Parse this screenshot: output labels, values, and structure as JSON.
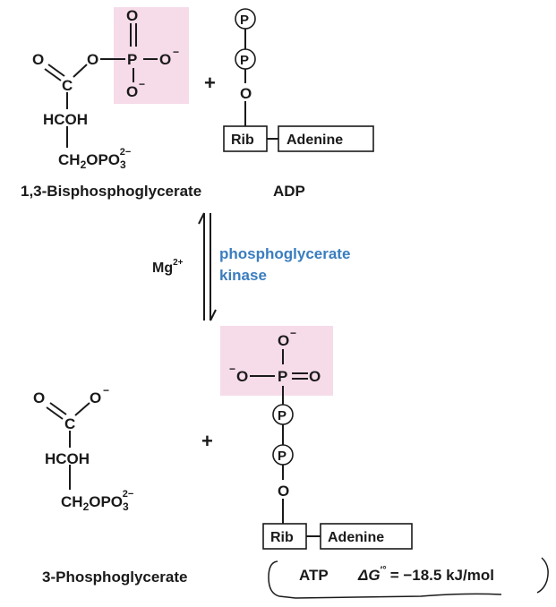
{
  "colors": {
    "highlight": "#f6dbe9",
    "enzyme": "#3a7dbf",
    "ink": "#1a1a1a"
  },
  "top": {
    "bpg": {
      "atoms": {
        "o_top": "O",
        "o_dbl": "O",
        "o_link": "O",
        "p": "P",
        "o_right": "O",
        "o_bot": "O",
        "c": "C",
        "hcoh": "HCOH",
        "ch2": "CH",
        "ch2_sub": "2",
        "opo": "OPO",
        "opo_sub": "3",
        "opo_sup": "2−"
      },
      "charges": {
        "o_right": "−",
        "o_bot": "−"
      },
      "name": "1,3-Bisphosphoglycerate"
    },
    "plus": "+",
    "adp": {
      "p1": "P",
      "p2": "P",
      "o": "O",
      "rib": "Rib",
      "adenine": "Adenine",
      "name": "ADP"
    }
  },
  "arrow": {
    "cofactor": "Mg",
    "cofactor_sup": "2+",
    "enzyme_line1": "phosphoglycerate",
    "enzyme_line2": "kinase"
  },
  "bottom": {
    "pg3": {
      "atoms": {
        "o_left": "O",
        "o_right": "O",
        "c": "C",
        "hcoh": "HCOH",
        "ch2": "CH",
        "ch2_sub": "2",
        "opo": "OPO",
        "opo_sub": "3",
        "opo_sup": "2−"
      },
      "charges": {
        "o_right": "−"
      },
      "name": "3-Phosphoglycerate"
    },
    "plus": "+",
    "atp": {
      "o_top": "O",
      "o_top_charge": "−",
      "o_left": "O",
      "o_left_charge": "−",
      "p": "P",
      "o_right": "O",
      "p1": "P",
      "p2": "P",
      "o": "O",
      "rib": "Rib",
      "adenine": "Adenine",
      "name": "ATP"
    },
    "delta_g": {
      "symbol": "ΔG",
      "prime": "′°",
      "value": "= −18.5 kJ/mol"
    }
  }
}
